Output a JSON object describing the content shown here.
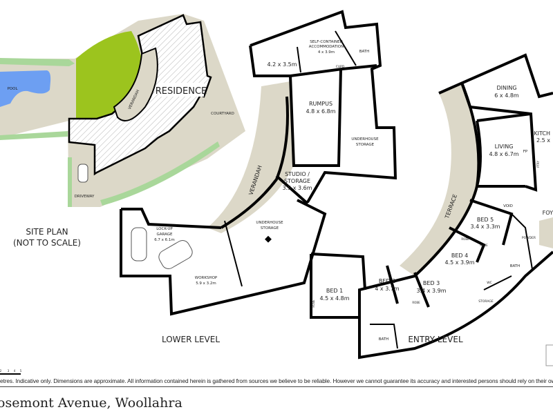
{
  "site_plan": {
    "pool": "POOL",
    "verandah": "VERANDAH",
    "residence": "RESIDENCE",
    "courtyard": "COURTYARD",
    "driveway": "DRIVEWAY",
    "title_line1": "SITE PLAN",
    "title_line2": "(NOT TO SCALE)"
  },
  "lower_level": {
    "title": "LOWER LEVEL",
    "rooms": {
      "room_unnamed": {
        "dims": "4.2 x 3.5m"
      },
      "self_contained": {
        "name1": "SELF-CONTAINED",
        "name2": "ACCOMMODATION",
        "dims": "4 x 3.9m"
      },
      "bath": {
        "name": "BATH"
      },
      "cupd": {
        "name": "CUPD"
      },
      "rumpus": {
        "name": "RUMPUS",
        "dims": "4.8 x 6.8m"
      },
      "underhouse_storage_1": {
        "name1": "UNDERHOUSE",
        "name2": "STORAGE"
      },
      "verandah": {
        "name": "VERANDAH"
      },
      "studio": {
        "name1": "STUDIO /",
        "name2": "STORAGE",
        "dims": "3.5 x 3.6m"
      },
      "underhouse_storage_2": {
        "name1": "UNDERHOUSE",
        "name2": "STORAGE"
      },
      "garage": {
        "name1": "LOCK-UP",
        "name2": "GARAGE",
        "dims": "6.7 x 6.1m"
      },
      "workshop": {
        "name": "WORKSHOP",
        "dims": "5.9 x 3.2m"
      }
    }
  },
  "entry_level": {
    "title": "ENTRY LEVEL",
    "rooms": {
      "dining": {
        "name": "DINING",
        "dims": "6 x 4.8m"
      },
      "kitchen": {
        "name": "KITCH",
        "dims": "2.5 x"
      },
      "living": {
        "name": "LIVING",
        "dims": "4.8 x 6.7m"
      },
      "fp": {
        "name": "FP"
      },
      "pty": {
        "name": "PTRY"
      },
      "terrace": {
        "name": "TERRACE"
      },
      "void": {
        "name": "VOID"
      },
      "foyer": {
        "name": "FOY"
      },
      "bed5": {
        "name": "BED 5",
        "dims": "3.4 x 3.3m"
      },
      "robe1": {
        "name": "ROBE"
      },
      "robe2": {
        "name": "ROBE"
      },
      "powder": {
        "name": "POWDER"
      },
      "bed4": {
        "name": "BED 4",
        "dims": "4.5 x 3.9m"
      },
      "bath": {
        "name": "BATH"
      },
      "wc": {
        "name": "WC"
      },
      "storage": {
        "name": "STORAGE"
      },
      "bed3": {
        "name": "BED 3",
        "dims": "3.4 x 3.9m"
      },
      "robe3": {
        "name": "ROBE"
      },
      "bed2": {
        "name": "BED 2",
        "dims": "4 x 3.7m"
      },
      "bed1": {
        "name": "BED 1",
        "dims": "4.5 x 4.8m"
      },
      "robe4": {
        "name": "ROBE"
      },
      "bath2": {
        "name": "BATH"
      }
    }
  },
  "scale_bar": {
    "ticks": [
      "2",
      "3",
      "4",
      "5"
    ]
  },
  "disclaimer": "etres. Indicative only. Dimensions are approximate. All information contained herein is gathered from sources we believe to be reliable. However we cannot guarantee its accuracy and interested persons should rely on their ow",
  "address": "osemont Avenue, Woollahra",
  "colors": {
    "paving": "#dcd8c8",
    "lawn": "#9cc41e",
    "pool": "#6d9ff2",
    "planting": "#a9d79a",
    "wall": "#000000"
  }
}
